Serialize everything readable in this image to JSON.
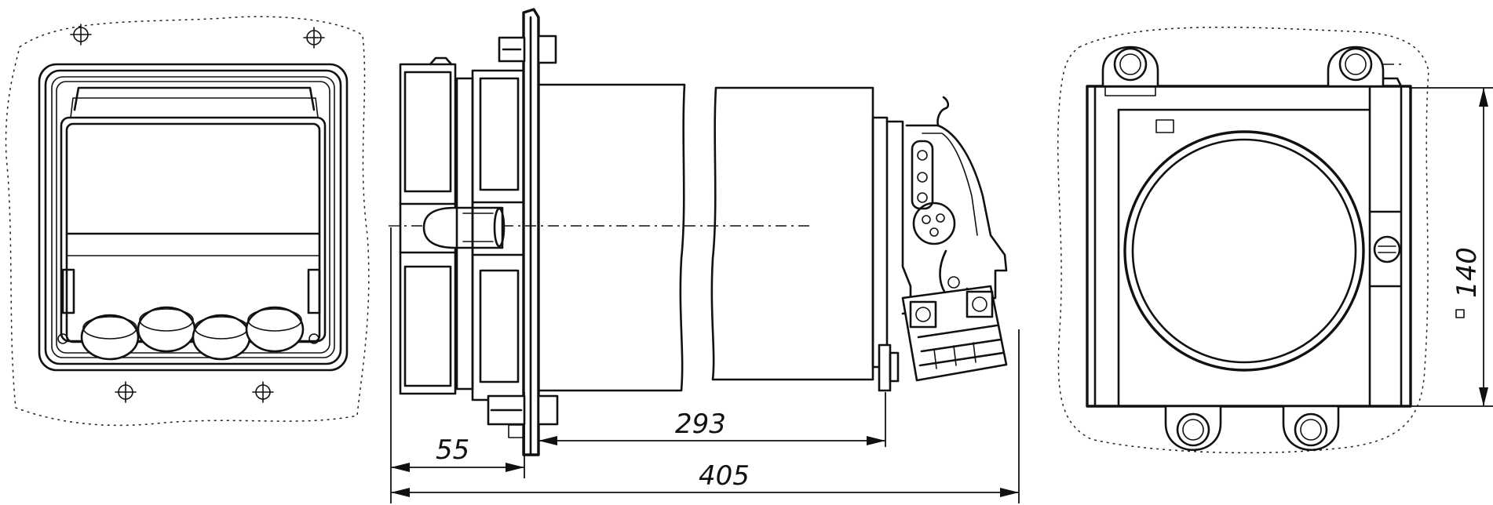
{
  "dimensions": {
    "flange_depth": "55",
    "body_length": "293",
    "overall_length": "405",
    "housing_height": "140"
  }
}
